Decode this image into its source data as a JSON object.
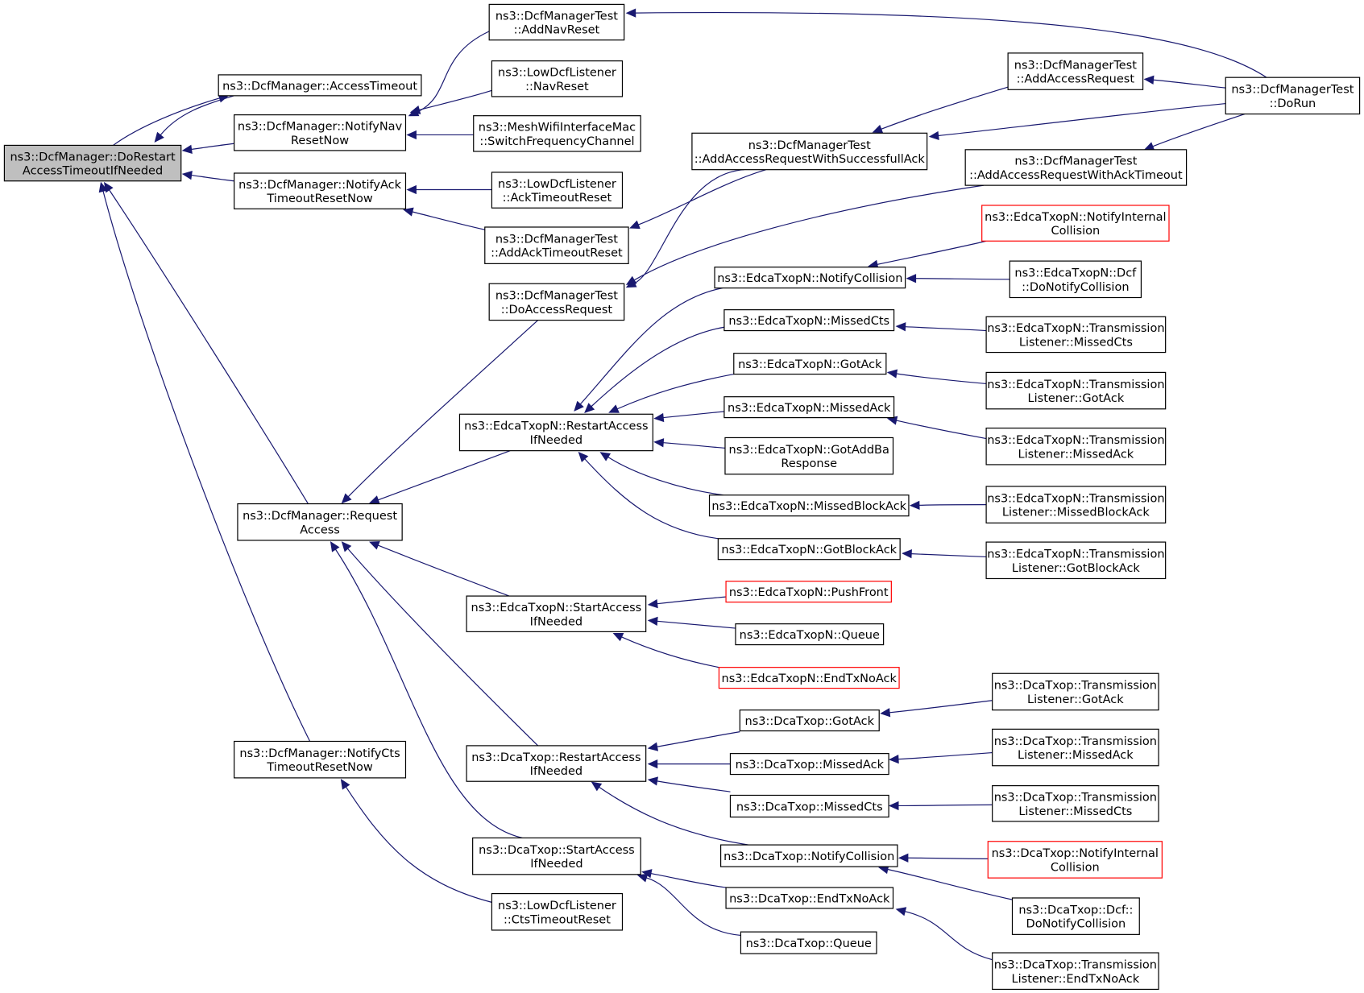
{
  "colors": {
    "edge": "#191970",
    "root_fill": "#bfbfbf",
    "missing_border": "#ff0000"
  },
  "nodes": [
    {
      "id": "doRestart",
      "lines": [
        "ns3::DcfManager::DoRestart",
        "AccessTimeoutIfNeeded"
      ],
      "style": "root"
    },
    {
      "id": "accessTimeout",
      "lines": [
        "ns3::DcfManager::AccessTimeout"
      ]
    },
    {
      "id": "notifyNavReset",
      "lines": [
        "ns3::DcfManager::NotifyNav",
        "ResetNow"
      ]
    },
    {
      "id": "notifyAckTimeout",
      "lines": [
        "ns3::DcfManager::NotifyAck",
        "TimeoutResetNow"
      ]
    },
    {
      "id": "requestAccess",
      "lines": [
        "ns3::DcfManager::Request",
        "Access"
      ]
    },
    {
      "id": "notifyCtsTimeout",
      "lines": [
        "ns3::DcfManager::NotifyCts",
        "TimeoutResetNow"
      ]
    },
    {
      "id": "addNavReset",
      "lines": [
        "ns3::DcfManagerTest",
        "::AddNavReset"
      ]
    },
    {
      "id": "lowNavReset",
      "lines": [
        "ns3::LowDcfListener",
        "::NavReset"
      ]
    },
    {
      "id": "meshSwitch",
      "lines": [
        "ns3::MeshWifiInterfaceMac",
        "::SwitchFrequencyChannel"
      ]
    },
    {
      "id": "lowAckTimeout",
      "lines": [
        "ns3::LowDcfListener",
        "::AckTimeoutReset"
      ]
    },
    {
      "id": "addAckTimeoutReset",
      "lines": [
        "ns3::DcfManagerTest",
        "::AddAckTimeoutReset"
      ]
    },
    {
      "id": "doAccessRequest",
      "lines": [
        "ns3::DcfManagerTest",
        "::DoAccessRequest"
      ]
    },
    {
      "id": "addAccessReqSucc",
      "lines": [
        "ns3::DcfManagerTest",
        "::AddAccessRequestWithSuccessfullAck"
      ]
    },
    {
      "id": "addAccessRequest",
      "lines": [
        "ns3::DcfManagerTest",
        "::AddAccessRequest"
      ]
    },
    {
      "id": "doRun",
      "lines": [
        "ns3::DcfManagerTest",
        "::DoRun"
      ]
    },
    {
      "id": "addAccessReqAckTimeout",
      "lines": [
        "ns3::DcfManagerTest",
        "::AddAccessRequestWithAckTimeout"
      ]
    },
    {
      "id": "edcaRestart",
      "lines": [
        "ns3::EdcaTxopN::RestartAccess",
        "IfNeeded"
      ]
    },
    {
      "id": "edcaNotifyCollision",
      "lines": [
        "ns3::EdcaTxopN::NotifyCollision"
      ]
    },
    {
      "id": "edcaNotifyInternalCollision",
      "lines": [
        "ns3::EdcaTxopN::NotifyInternal",
        "Collision"
      ],
      "style": "red"
    },
    {
      "id": "edcaDcfDoNotifyCollision",
      "lines": [
        "ns3::EdcaTxopN::Dcf",
        "::DoNotifyCollision"
      ]
    },
    {
      "id": "edcaMissedCts",
      "lines": [
        "ns3::EdcaTxopN::MissedCts"
      ]
    },
    {
      "id": "edcaTLMissedCts",
      "lines": [
        "ns3::EdcaTxopN::Transmission",
        "Listener::MissedCts"
      ]
    },
    {
      "id": "edcaGotAck",
      "lines": [
        "ns3::EdcaTxopN::GotAck"
      ]
    },
    {
      "id": "edcaTLGotAck",
      "lines": [
        "ns3::EdcaTxopN::Transmission",
        "Listener::GotAck"
      ]
    },
    {
      "id": "edcaMissedAck",
      "lines": [
        "ns3::EdcaTxopN::MissedAck"
      ]
    },
    {
      "id": "edcaTLMissedAck",
      "lines": [
        "ns3::EdcaTxopN::Transmission",
        "Listener::MissedAck"
      ]
    },
    {
      "id": "edcaGotAddBa",
      "lines": [
        "ns3::EdcaTxopN::GotAddBa",
        "Response"
      ]
    },
    {
      "id": "edcaMissedBlockAck",
      "lines": [
        "ns3::EdcaTxopN::MissedBlockAck"
      ]
    },
    {
      "id": "edcaTLMissedBlockAck",
      "lines": [
        "ns3::EdcaTxopN::Transmission",
        "Listener::MissedBlockAck"
      ]
    },
    {
      "id": "edcaGotBlockAck",
      "lines": [
        "ns3::EdcaTxopN::GotBlockAck"
      ]
    },
    {
      "id": "edcaTLGotBlockAck",
      "lines": [
        "ns3::EdcaTxopN::Transmission",
        "Listener::GotBlockAck"
      ]
    },
    {
      "id": "edcaStart",
      "lines": [
        "ns3::EdcaTxopN::StartAccess",
        "IfNeeded"
      ]
    },
    {
      "id": "edcaPushFront",
      "lines": [
        "ns3::EdcaTxopN::PushFront"
      ],
      "style": "red"
    },
    {
      "id": "edcaQueue",
      "lines": [
        "ns3::EdcaTxopN::Queue"
      ]
    },
    {
      "id": "edcaEndTxNoAck",
      "lines": [
        "ns3::EdcaTxopN::EndTxNoAck"
      ],
      "style": "red"
    },
    {
      "id": "dcaRestart",
      "lines": [
        "ns3::DcaTxop::RestartAccess",
        "IfNeeded"
      ]
    },
    {
      "id": "dcaGotAck",
      "lines": [
        "ns3::DcaTxop::GotAck"
      ]
    },
    {
      "id": "dcaTLGotAck",
      "lines": [
        "ns3::DcaTxop::Transmission",
        "Listener::GotAck"
      ]
    },
    {
      "id": "dcaMissedAck",
      "lines": [
        "ns3::DcaTxop::MissedAck"
      ]
    },
    {
      "id": "dcaTLMissedAck",
      "lines": [
        "ns3::DcaTxop::Transmission",
        "Listener::MissedAck"
      ]
    },
    {
      "id": "dcaMissedCts",
      "lines": [
        "ns3::DcaTxop::MissedCts"
      ]
    },
    {
      "id": "dcaTLMissedCts",
      "lines": [
        "ns3::DcaTxop::Transmission",
        "Listener::MissedCts"
      ]
    },
    {
      "id": "dcaNotifyCollision",
      "lines": [
        "ns3::DcaTxop::NotifyCollision"
      ]
    },
    {
      "id": "dcaNotifyInternalCollision",
      "lines": [
        "ns3::DcaTxop::NotifyInternal",
        "Collision"
      ],
      "style": "red"
    },
    {
      "id": "dcaDcfDoNotifyCollision",
      "lines": [
        "ns3::DcaTxop::Dcf::",
        "DoNotifyCollision"
      ]
    },
    {
      "id": "dcaStart",
      "lines": [
        "ns3::DcaTxop::StartAccess",
        "IfNeeded"
      ]
    },
    {
      "id": "dcaEndTxNoAck",
      "lines": [
        "ns3::DcaTxop::EndTxNoAck"
      ]
    },
    {
      "id": "dcaQueue",
      "lines": [
        "ns3::DcaTxop::Queue"
      ]
    },
    {
      "id": "dcaTLEndTxNoAck",
      "lines": [
        "ns3::DcaTxop::Transmission",
        "Listener::EndTxNoAck"
      ]
    },
    {
      "id": "lowCtsTimeout",
      "lines": [
        "ns3::LowDcfListener",
        "::CtsTimeoutReset"
      ]
    }
  ],
  "edges": [
    {
      "from": "accessTimeout",
      "to": "doRestart"
    },
    {
      "from": "doRestart",
      "to": "accessTimeout"
    },
    {
      "from": "notifyNavReset",
      "to": "doRestart"
    },
    {
      "from": "notifyAckTimeout",
      "to": "doRestart"
    },
    {
      "from": "requestAccess",
      "to": "doRestart"
    },
    {
      "from": "notifyCtsTimeout",
      "to": "doRestart"
    },
    {
      "from": "addNavReset",
      "to": "notifyNavReset"
    },
    {
      "from": "lowNavReset",
      "to": "notifyNavReset"
    },
    {
      "from": "meshSwitch",
      "to": "notifyNavReset"
    },
    {
      "from": "lowAckTimeout",
      "to": "notifyAckTimeout"
    },
    {
      "from": "addAckTimeoutReset",
      "to": "notifyAckTimeout"
    },
    {
      "from": "doRun",
      "to": "addNavReset"
    },
    {
      "from": "addAccessReqSucc",
      "to": "addAckTimeoutReset"
    },
    {
      "from": "addAccessReqSucc",
      "to": "doAccessRequest"
    },
    {
      "from": "addAccessReqAckTimeout",
      "to": "doAccessRequest"
    },
    {
      "from": "addAccessRequest",
      "to": "addAccessReqSucc"
    },
    {
      "from": "doRun",
      "to": "addAccessReqSucc"
    },
    {
      "from": "doRun",
      "to": "addAccessRequest"
    },
    {
      "from": "doRun",
      "to": "addAccessReqAckTimeout"
    },
    {
      "from": "doAccessRequest",
      "to": "requestAccess"
    },
    {
      "from": "edcaRestart",
      "to": "requestAccess"
    },
    {
      "from": "edcaStart",
      "to": "requestAccess"
    },
    {
      "from": "dcaRestart",
      "to": "requestAccess"
    },
    {
      "from": "dcaStart",
      "to": "requestAccess"
    },
    {
      "from": "edcaNotifyCollision",
      "to": "edcaRestart"
    },
    {
      "from": "edcaMissedCts",
      "to": "edcaRestart"
    },
    {
      "from": "edcaGotAck",
      "to": "edcaRestart"
    },
    {
      "from": "edcaMissedAck",
      "to": "edcaRestart"
    },
    {
      "from": "edcaGotAddBa",
      "to": "edcaRestart"
    },
    {
      "from": "edcaMissedBlockAck",
      "to": "edcaRestart"
    },
    {
      "from": "edcaGotBlockAck",
      "to": "edcaRestart"
    },
    {
      "from": "edcaNotifyInternalCollision",
      "to": "edcaNotifyCollision"
    },
    {
      "from": "edcaDcfDoNotifyCollision",
      "to": "edcaNotifyCollision"
    },
    {
      "from": "edcaTLMissedCts",
      "to": "edcaMissedCts"
    },
    {
      "from": "edcaTLGotAck",
      "to": "edcaGotAck"
    },
    {
      "from": "edcaTLMissedAck",
      "to": "edcaMissedAck"
    },
    {
      "from": "edcaTLMissedBlockAck",
      "to": "edcaMissedBlockAck"
    },
    {
      "from": "edcaTLGotBlockAck",
      "to": "edcaGotBlockAck"
    },
    {
      "from": "edcaPushFront",
      "to": "edcaStart"
    },
    {
      "from": "edcaQueue",
      "to": "edcaStart"
    },
    {
      "from": "edcaEndTxNoAck",
      "to": "edcaStart"
    },
    {
      "from": "dcaGotAck",
      "to": "dcaRestart"
    },
    {
      "from": "dcaMissedAck",
      "to": "dcaRestart"
    },
    {
      "from": "dcaMissedCts",
      "to": "dcaRestart"
    },
    {
      "from": "dcaNotifyCollision",
      "to": "dcaRestart"
    },
    {
      "from": "dcaTLGotAck",
      "to": "dcaGotAck"
    },
    {
      "from": "dcaTLMissedAck",
      "to": "dcaMissedAck"
    },
    {
      "from": "dcaTLMissedCts",
      "to": "dcaMissedCts"
    },
    {
      "from": "dcaNotifyInternalCollision",
      "to": "dcaNotifyCollision"
    },
    {
      "from": "dcaDcfDoNotifyCollision",
      "to": "dcaNotifyCollision"
    },
    {
      "from": "dcaEndTxNoAck",
      "to": "dcaStart"
    },
    {
      "from": "dcaQueue",
      "to": "dcaStart"
    },
    {
      "from": "dcaTLEndTxNoAck",
      "to": "dcaEndTxNoAck"
    },
    {
      "from": "lowCtsTimeout",
      "to": "notifyCtsTimeout"
    }
  ]
}
